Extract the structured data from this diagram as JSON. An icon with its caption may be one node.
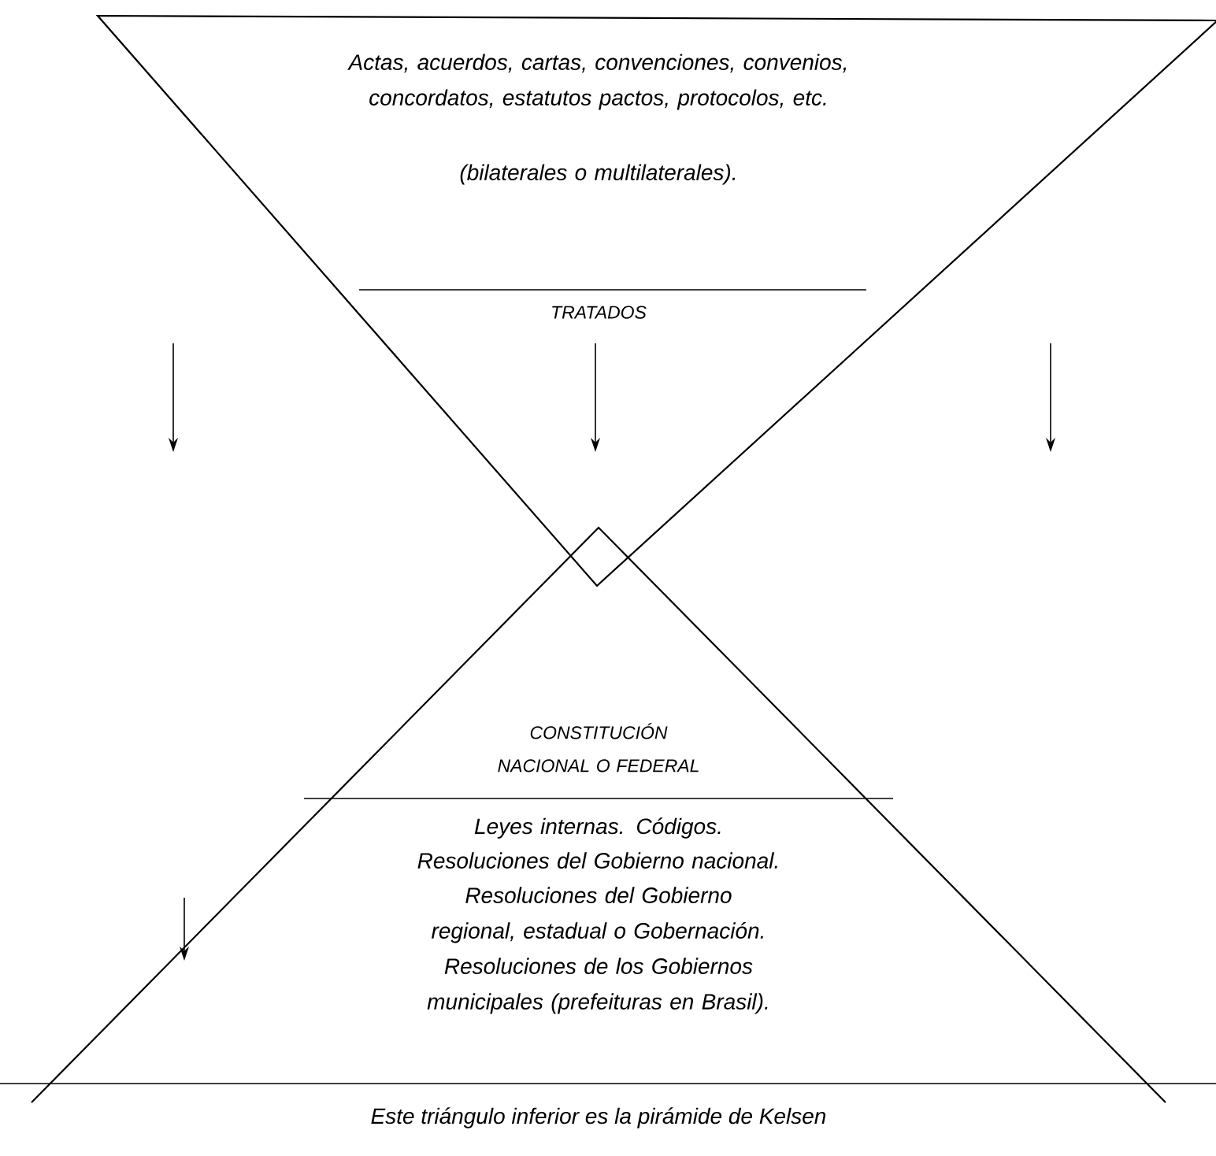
{
  "diagram": {
    "caption": "Este triángulo inferior es la pirámide de Kelsen",
    "nodes": [
      {
        "text": [
          "Actas, acuerdos, cartas, convenciones, convenios, concordatos, estatutos pactos, protocolos, etc.",
          "(bilaterales o multilaterales).",
          "TRATADOS"
        ]
      },
      {
        "text": [
          "CONSTITUCIÓN NACIONAL O FEDERAL",
          "Leyes internas. Códigos.",
          "Resoluciones del Gobierno nacional.",
          "Resoluciones del Gobierno regional, estadual o Gobernación.",
          "Resoluciones de los Gobiernos municipales (prefeituras en Brasil)."
        ]
      }
    ]
  }
}
